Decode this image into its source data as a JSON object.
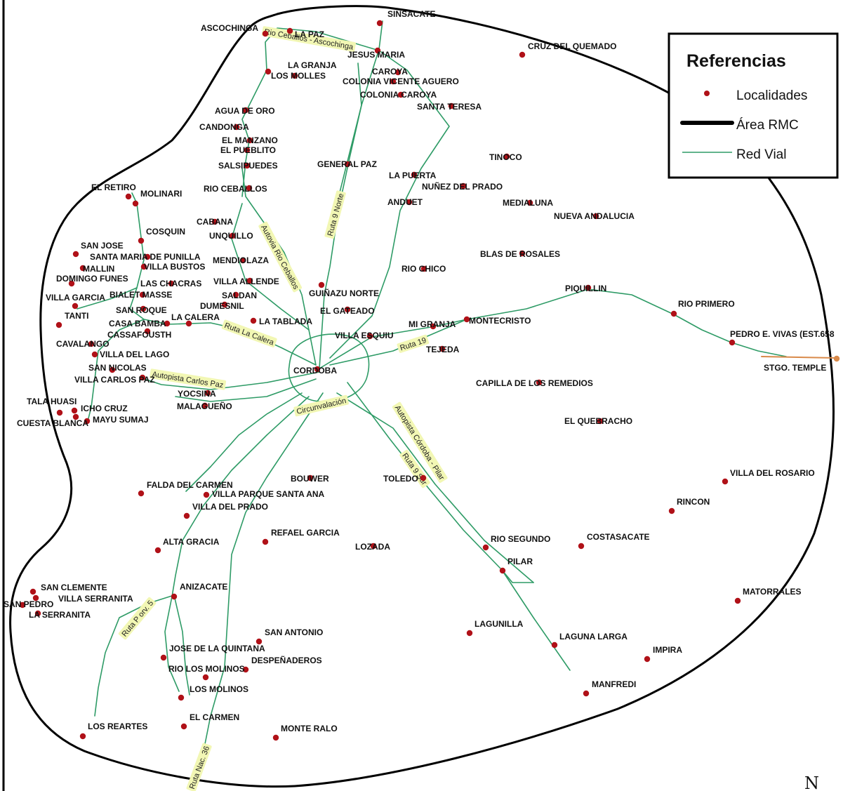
{
  "legend": {
    "title": "Referencias",
    "items": [
      {
        "label": "Localidades",
        "symbol": "dot"
      },
      {
        "label": "Área RMC",
        "symbol": "thick-line"
      },
      {
        "label": "Red Vial",
        "symbol": "thin-line"
      }
    ]
  },
  "north_label": "N",
  "colors": {
    "locality": "#b01118",
    "road": "#2e9b66",
    "boundary": "#000000",
    "highlight": "#f2f7b4",
    "external_road": "#d98a4a"
  },
  "localities": [
    {
      "id": "sinsacate",
      "name": "SINSACATE"
    },
    {
      "id": "ascochinga",
      "name": "ASCOCHINGA"
    },
    {
      "id": "la-paz",
      "name": "LA PAZ"
    },
    {
      "id": "jesus-maria",
      "name": "JESUS MARIA"
    },
    {
      "id": "cruz-del-quemado",
      "name": "CRUZ DEL QUEMADO"
    },
    {
      "id": "la-granja",
      "name": "LA GRANJA"
    },
    {
      "id": "los-molles",
      "name": "LOS MOLLES"
    },
    {
      "id": "caroya",
      "name": "CAROYA"
    },
    {
      "id": "colonia-vicente-aguero",
      "name": "COLONIA VICENTE AGUERO"
    },
    {
      "id": "colonia-caroya",
      "name": "COLONIA CAROYA"
    },
    {
      "id": "santa-teresa",
      "name": "SANTA TERESA"
    },
    {
      "id": "agua-de-oro",
      "name": "AGUA DE ORO"
    },
    {
      "id": "candonga",
      "name": "CANDONGA"
    },
    {
      "id": "el-manzano",
      "name": "EL MANZANO"
    },
    {
      "id": "el-pueblito",
      "name": "EL PUEBLITO"
    },
    {
      "id": "tinoco",
      "name": "TINOCO"
    },
    {
      "id": "salsipuedes",
      "name": "SALSIPUEDES"
    },
    {
      "id": "general-paz",
      "name": "GENERAL PAZ"
    },
    {
      "id": "la-puerta",
      "name": "LA PUERTA"
    },
    {
      "id": "el-retiro",
      "name": "EL RETIRO"
    },
    {
      "id": "rio-ceballos",
      "name": "RIO CEBALLOS"
    },
    {
      "id": "nunez-del-prado",
      "name": "NUÑEZ DEL PRADO"
    },
    {
      "id": "molinari",
      "name": "MOLINARI"
    },
    {
      "id": "anduet",
      "name": "ANDUET"
    },
    {
      "id": "medialuna",
      "name": "MEDIALUNA"
    },
    {
      "id": "nueva-andalucia",
      "name": "NUEVA ANDALUCIA"
    },
    {
      "id": "cabana",
      "name": "CABANA"
    },
    {
      "id": "cosquin",
      "name": "COSQUIN"
    },
    {
      "id": "unquillo",
      "name": "UNQUILLO"
    },
    {
      "id": "san-jose",
      "name": "SAN JOSE"
    },
    {
      "id": "santa-maria-de-punilla",
      "name": "SANTA MARIA DE PUNILLA"
    },
    {
      "id": "blas-de-rosales",
      "name": "BLAS DE ROSALES"
    },
    {
      "id": "mendiolaza",
      "name": "MENDIOLAZA"
    },
    {
      "id": "villa-bustos",
      "name": "VILLA BUSTOS"
    },
    {
      "id": "mallin",
      "name": "MALLIN"
    },
    {
      "id": "rio-chico",
      "name": "RIO CHICO"
    },
    {
      "id": "domingo-funes",
      "name": "DOMINGO FUNES"
    },
    {
      "id": "las-chacras",
      "name": "LAS CHACRAS"
    },
    {
      "id": "villa-allende",
      "name": "VILLA ALLENDE"
    },
    {
      "id": "piquillin",
      "name": "PIQUILLIN"
    },
    {
      "id": "villa-garcia",
      "name": "VILLA GARCIA"
    },
    {
      "id": "bialet-masse",
      "name": "BIALET MASSE"
    },
    {
      "id": "saldan",
      "name": "SALDAN"
    },
    {
      "id": "guinazu-norte",
      "name": "GUIÑAZU NORTE"
    },
    {
      "id": "rio-primero",
      "name": "RIO PRIMERO"
    },
    {
      "id": "dumesnil",
      "name": "DUMESNIL"
    },
    {
      "id": "san-roque",
      "name": "SAN ROQUE"
    },
    {
      "id": "el-gateado",
      "name": "EL GATEADO"
    },
    {
      "id": "tanti",
      "name": "TANTI"
    },
    {
      "id": "la-calera",
      "name": "LA CALERA"
    },
    {
      "id": "casa-bamba",
      "name": "CASA BAMBA"
    },
    {
      "id": "la-tablada",
      "name": "LA TABLADA"
    },
    {
      "id": "mi-granja",
      "name": "MI GRANJA"
    },
    {
      "id": "montecristo",
      "name": "MONTECRISTO"
    },
    {
      "id": "cassafousth",
      "name": "CASSAFOUSTH"
    },
    {
      "id": "villa-esquiu",
      "name": "VILLA ESQUIU"
    },
    {
      "id": "pedro-e-vivas",
      "name": "PEDRO E. VIVAS (EST.658"
    },
    {
      "id": "cavalango",
      "name": "CAVALANGO"
    },
    {
      "id": "villa-del-lago",
      "name": "VILLA DEL LAGO"
    },
    {
      "id": "tejeda",
      "name": "TEJEDA"
    },
    {
      "id": "san-nicolas",
      "name": "SAN NICOLAS"
    },
    {
      "id": "cordoba",
      "name": "CORDOBA"
    },
    {
      "id": "stgo-temple",
      "name": "STGO. TEMPLE"
    },
    {
      "id": "villa-carlos-paz",
      "name": "VILLA CARLOS PAZ"
    },
    {
      "id": "capilla-de-los-remedios",
      "name": "CAPILLA DE LOS REMEDIOS"
    },
    {
      "id": "yocsina",
      "name": "YOCSINA"
    },
    {
      "id": "tala-huasi",
      "name": "TALA HUASI"
    },
    {
      "id": "icho-cruz",
      "name": "ICHO CRUZ"
    },
    {
      "id": "malagueno",
      "name": "MALAGUEÑO"
    },
    {
      "id": "mayu-sumaj",
      "name": "MAYU SUMAJ"
    },
    {
      "id": "cuesta-blanca",
      "name": "CUESTA BLANCA"
    },
    {
      "id": "el-quebracho",
      "name": "EL QUEBRACHO"
    },
    {
      "id": "villa-del-rosario",
      "name": "VILLA DEL ROSARIO"
    },
    {
      "id": "falda-del-carmen",
      "name": "FALDA DEL CARMEN"
    },
    {
      "id": "bouwer",
      "name": "BOUWER"
    },
    {
      "id": "toledo",
      "name": "TOLEDO"
    },
    {
      "id": "villa-parque-santa-ana",
      "name": "VILLA PARQUE SANTA ANA"
    },
    {
      "id": "rincon",
      "name": "RINCON"
    },
    {
      "id": "villa-del-prado",
      "name": "VILLA DEL PRADO"
    },
    {
      "id": "refael-garcia",
      "name": "REFAEL GARCIA"
    },
    {
      "id": "alta-gracia",
      "name": "ALTA GRACIA"
    },
    {
      "id": "costasacate",
      "name": "COSTASACATE"
    },
    {
      "id": "lozada",
      "name": "LOZADA"
    },
    {
      "id": "rio-segundo",
      "name": "RIO SEGUNDO"
    },
    {
      "id": "pilar",
      "name": "PILAR"
    },
    {
      "id": "san-clemente",
      "name": "SAN CLEMENTE"
    },
    {
      "id": "anizacate",
      "name": "ANIZACATE"
    },
    {
      "id": "matorrales",
      "name": "MATORRALES"
    },
    {
      "id": "villa-serranita",
      "name": "VILLA SERRANITA"
    },
    {
      "id": "san-pedro",
      "name": "SAN PEDRO"
    },
    {
      "id": "la-serranita",
      "name": "LA SERRANITA"
    },
    {
      "id": "lagunilla",
      "name": "LAGUNILLA"
    },
    {
      "id": "san-antonio",
      "name": "SAN ANTONIO"
    },
    {
      "id": "laguna-larga",
      "name": "LAGUNA LARGA"
    },
    {
      "id": "jose-de-la-quintana",
      "name": "JOSE DE LA QUINTANA"
    },
    {
      "id": "impira",
      "name": "IMPIRA"
    },
    {
      "id": "despenaderos",
      "name": "DESPEÑADEROS"
    },
    {
      "id": "rio-los-molinos",
      "name": "RIO LOS MOLINOS"
    },
    {
      "id": "manfredi",
      "name": "MANFREDI"
    },
    {
      "id": "los-molinos",
      "name": "LOS MOLINOS"
    },
    {
      "id": "el-carmen",
      "name": "EL CARMEN"
    },
    {
      "id": "los-reartes",
      "name": "LOS REARTES"
    },
    {
      "id": "monte-ralo",
      "name": "MONTE RALO"
    }
  ],
  "road_labels": [
    {
      "id": "rio-ceballos-ascochinga",
      "text": "Rio Ceballos - Ascochinga"
    },
    {
      "id": "ruta-9-norte",
      "text": "Ruta 9 Norte"
    },
    {
      "id": "autovia-rio-ceballos",
      "text": "Autovia Rio Ceballos"
    },
    {
      "id": "ruta-la-calera",
      "text": "Ruta La Calera"
    },
    {
      "id": "ruta-19",
      "text": "Ruta 19"
    },
    {
      "id": "autopista-carlos-paz",
      "text": "Autopista Carlos Paz"
    },
    {
      "id": "circunvalacion",
      "text": "Circunvalación"
    },
    {
      "id": "autopista-cordoba-pilar",
      "text": "Autopista Córdoba - Pilar"
    },
    {
      "id": "ruta-9-sur",
      "text": "Ruta 9 Sur"
    },
    {
      "id": "ruta-prov-5",
      "text": "Ruta P orv. 5"
    },
    {
      "id": "ruta-nac-36",
      "text": "Ruta Nac. 36"
    }
  ]
}
